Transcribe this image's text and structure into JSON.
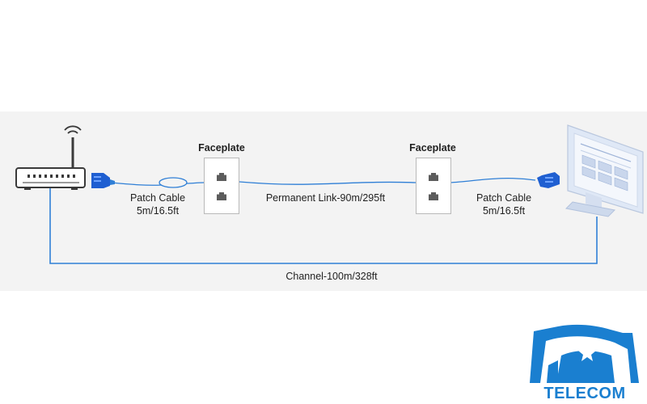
{
  "diagram": {
    "faceplate_left_label": "Faceplate",
    "faceplate_right_label": "Faceplate",
    "patch_cable_left": {
      "line1": "Patch Cable",
      "line2": "5m/16.5ft"
    },
    "patch_cable_right": {
      "line1": "Patch Cable",
      "line2": "5m/16.5ft"
    },
    "permanent_link_label": "Permanent Link-90m/295ft",
    "channel_label": "Channel-100m/328ft"
  },
  "logo": {
    "brand_text": "TELECOM"
  },
  "colors": {
    "cable": "#2f7fd6",
    "connector": "#1f5fd1",
    "background_band": "#f3f3f3",
    "logo_blue": "#1a7fd0",
    "monitor": "#dfe8f6"
  },
  "icons": [
    "router-icon",
    "wifi-icon",
    "rj45-connector-icon",
    "faceplate-jack-icon",
    "monitor-icon"
  ]
}
